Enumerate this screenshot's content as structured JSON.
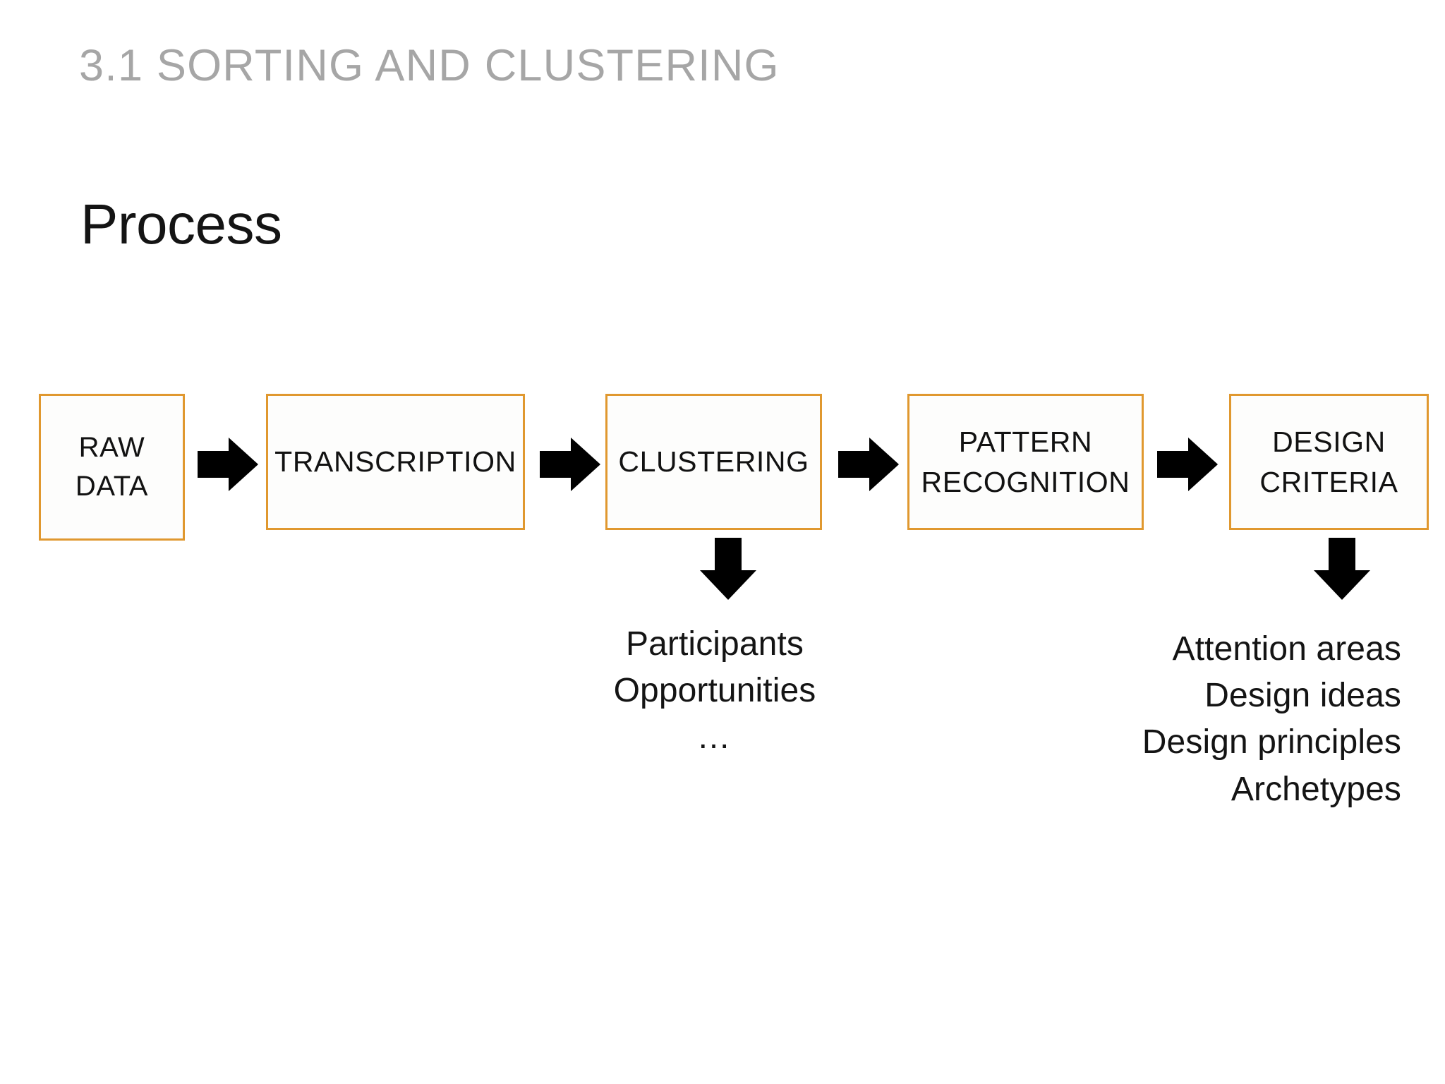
{
  "slide": {
    "kicker": "3.1 SORTING AND CLUSTERING",
    "title": "Process",
    "background_color": "#ffffff",
    "accent_color": "#e0982f",
    "kicker_color": "#a6a6a6",
    "text_color": "#141414",
    "arrow_color": "#000000"
  },
  "flow": {
    "nodes": [
      {
        "id": "raw-data",
        "lines": [
          "RAW",
          "DATA"
        ]
      },
      {
        "id": "transcription",
        "lines": [
          "TRANSCRIPTION"
        ]
      },
      {
        "id": "clustering",
        "lines": [
          "CLUSTERING"
        ]
      },
      {
        "id": "pattern",
        "lines": [
          "PATTERN",
          "RECOGNITION"
        ]
      },
      {
        "id": "design",
        "lines": [
          "DESIGN",
          "CRITERIA"
        ]
      }
    ],
    "connectors": [
      {
        "id": "arrow-1",
        "direction": "right",
        "from": "raw-data",
        "to": "transcription"
      },
      {
        "id": "arrow-2",
        "direction": "right",
        "from": "transcription",
        "to": "clustering"
      },
      {
        "id": "arrow-3",
        "direction": "right",
        "from": "clustering",
        "to": "pattern"
      },
      {
        "id": "arrow-4",
        "direction": "right",
        "from": "pattern",
        "to": "design"
      },
      {
        "id": "arrow-down-clustering",
        "direction": "down",
        "from": "clustering",
        "to": "outputs-clustering"
      },
      {
        "id": "arrow-down-design",
        "direction": "down",
        "from": "design",
        "to": "outputs-design"
      }
    ]
  },
  "outputs": {
    "clustering": {
      "align": "center",
      "items": [
        "Participants",
        "Opportunities",
        "…"
      ]
    },
    "design": {
      "align": "right",
      "items": [
        "Attention areas",
        "Design ideas",
        "Design principles",
        "Archetypes"
      ]
    }
  }
}
